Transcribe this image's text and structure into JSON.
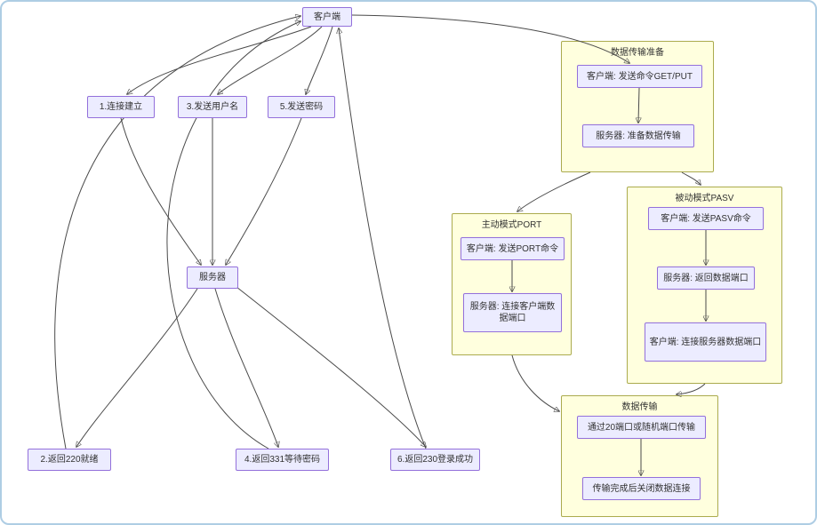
{
  "flowchart": {
    "main_nodes": {
      "client": "客户端",
      "step1": "1.连接建立",
      "step3": "3.发送用户名",
      "step5": "5.发送密码",
      "server": "服务器",
      "step2": "2.返回220就绪",
      "step4": "4.返回331等待密码",
      "step6": "6.返回230登录成功"
    },
    "subgraph_prep": {
      "title": "数据传输准备",
      "node1": "客户端: 发送命令GET/PUT",
      "node2": "服务器: 准备数据传输"
    },
    "subgraph_port": {
      "title": "主动模式PORT",
      "node1": "客户端: 发送PORT命令",
      "node2": "服务器: 连接客户端数据端口"
    },
    "subgraph_pasv": {
      "title": "被动模式PASV",
      "node1": "客户端: 发送PASV命令",
      "node2": "服务器: 返回数据端口",
      "node3": "客户端: 连接服务器数据端口"
    },
    "subgraph_transfer": {
      "title": "数据传输",
      "node1": "通过20端口或随机端口传输",
      "node2": "传输完成后关闭数据连接"
    },
    "colors": {
      "node_fill": "#ECECFF",
      "node_border": "#9370DB",
      "subgraph_fill": "#FFFFDE",
      "subgraph_border": "#ABAB4E",
      "edge": "#4A4A4A",
      "frame_border": "#AECDE4"
    }
  }
}
